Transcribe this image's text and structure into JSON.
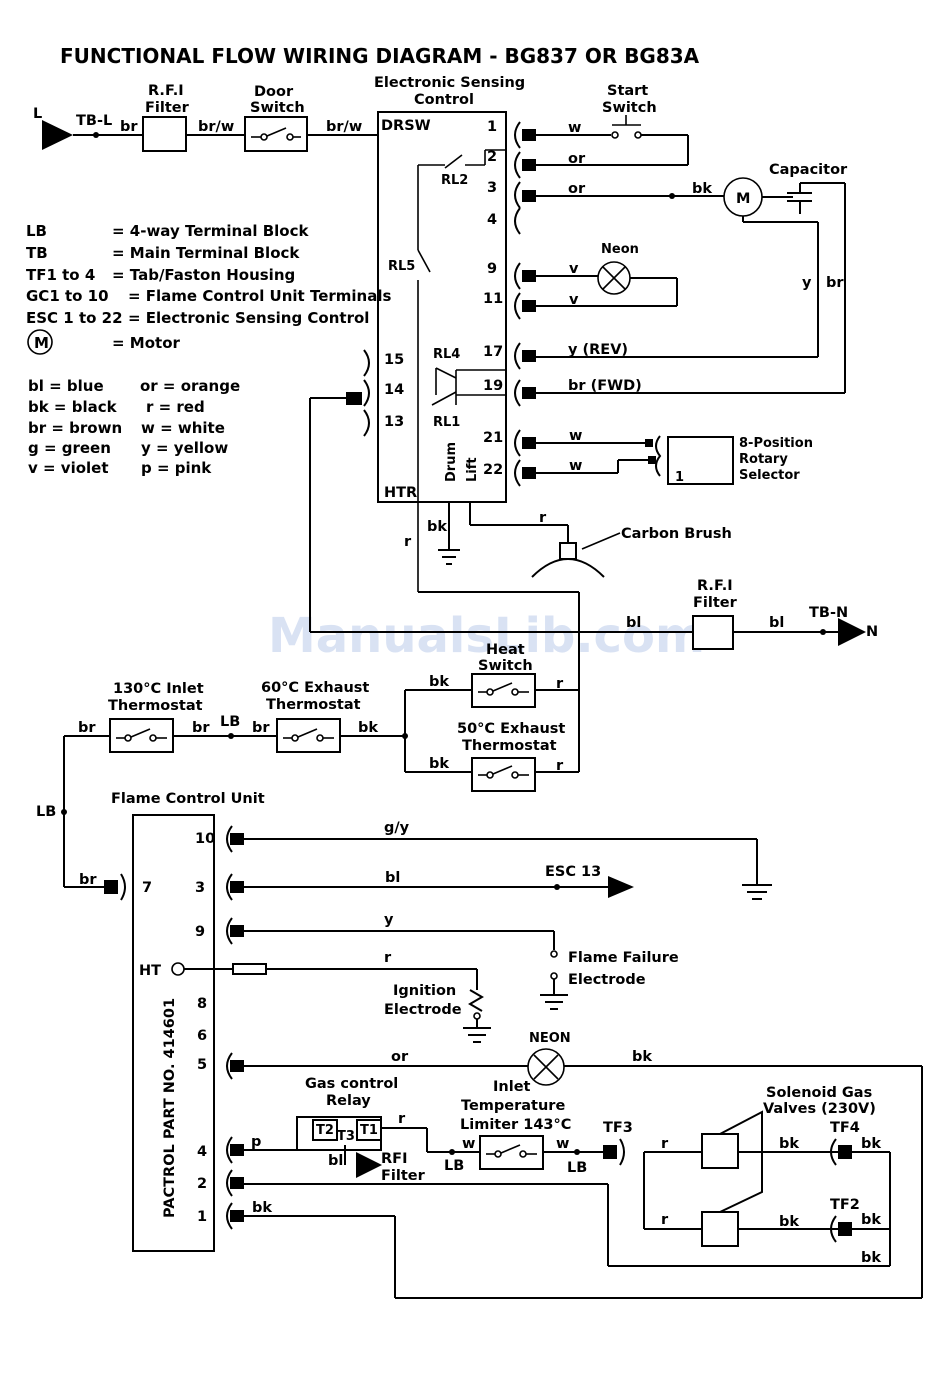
{
  "title": "FUNCTIONAL FLOW WIRING DIAGRAM - BG837 OR BG83A",
  "watermark": "ManualsLib.com",
  "legend_abbrev": [
    {
      "key": "LB",
      "desc": "= 4-way Terminal Block"
    },
    {
      "key": "TB",
      "desc": "= Main Terminal Block"
    },
    {
      "key": "TF1 to 4",
      "desc": "= Tab/Faston Housing"
    },
    {
      "key": "GC1 to 10",
      "desc": "= Flame Control Unit Terminals"
    },
    {
      "key": "ESC 1 to 22",
      "desc": "= Electronic Sensing Control"
    },
    {
      "key": "M",
      "desc": "= Motor"
    }
  ],
  "legend_colors": [
    {
      "left": "bl = blue",
      "right": "or = orange"
    },
    {
      "left": "bk = black",
      "right": "r = red"
    },
    {
      "left": "br = brown",
      "right": "w = white"
    },
    {
      "left": "g = green",
      "right": "y = yellow"
    },
    {
      "left": "v = violet",
      "right": "p = pink"
    }
  ],
  "components": {
    "l_in": "L",
    "tbl": "TB-L",
    "rfi1": "R.F.I",
    "rfi1b": "Filter",
    "door1": "Door",
    "door2": "Switch",
    "esc1": "Electronic Sensing",
    "esc2": "Control",
    "drsw": "DRSW",
    "htr": "HTR",
    "drum": "Drum",
    "lift": "Lift",
    "rl1": "RL1",
    "rl2": "RL2",
    "rl4": "RL4",
    "rl5": "RL5",
    "start1": "Start",
    "start2": "Switch",
    "capacitor": "Capacitor",
    "motor": "M",
    "neon": "Neon",
    "rot1": "8-Position",
    "rot2": "Rotary",
    "rot3": "Selector",
    "rot_pos": "1",
    "carbon": "Carbon Brush",
    "rfi2": "R.F.I",
    "rfi2b": "Filter",
    "tbn": "TB-N",
    "n_out": "N",
    "heat1": "Heat",
    "heat2": "Switch",
    "th130a": "130°C Inlet",
    "th130b": "Thermostat",
    "th60a": "60°C Exhaust",
    "th60b": "Thermostat",
    "th50a": "50°C Exhaust",
    "th50b": "Thermostat",
    "fcu": "Flame Control Unit",
    "fcu_part": "PACTROL PART NO. 414601",
    "esc13": "ESC 13",
    "ffe1": "Flame Failure",
    "ffe2": "Electrode",
    "ign1": "Ignition",
    "ign2": "Electrode",
    "neon2": "NEON",
    "gcr1": "Gas control",
    "gcr2": "Relay",
    "t1": "T1",
    "t2": "T2",
    "t3": "T3",
    "rfi3": "RFI",
    "rfi3b": "Filter",
    "itl1": "Inlet",
    "itl2": "Temperature",
    "itl3": "Limiter 143°C",
    "sgv1": "Solenoid Gas",
    "sgv2": "Valves (230V)",
    "tf2": "TF2",
    "tf3": "TF3",
    "tf4": "TF4",
    "lb": "LB",
    "ht": "HT"
  },
  "esc_terminals": [
    "1",
    "2",
    "3",
    "4",
    "9",
    "11",
    "17",
    "19",
    "21",
    "22",
    "15",
    "14",
    "13"
  ],
  "fcu_terminals": [
    "10",
    "3",
    "9",
    "8",
    "6",
    "5",
    "4",
    "2",
    "1",
    "7"
  ],
  "wire_labels": {
    "br": "br",
    "brw": "br/w",
    "w": "w",
    "or": "or",
    "bk": "bk",
    "y": "y",
    "v": "v",
    "r": "r",
    "bl": "bl",
    "p": "p",
    "gy": "g/y",
    "yrev": "y  (REV)",
    "brfwd": "br  (FWD)"
  }
}
